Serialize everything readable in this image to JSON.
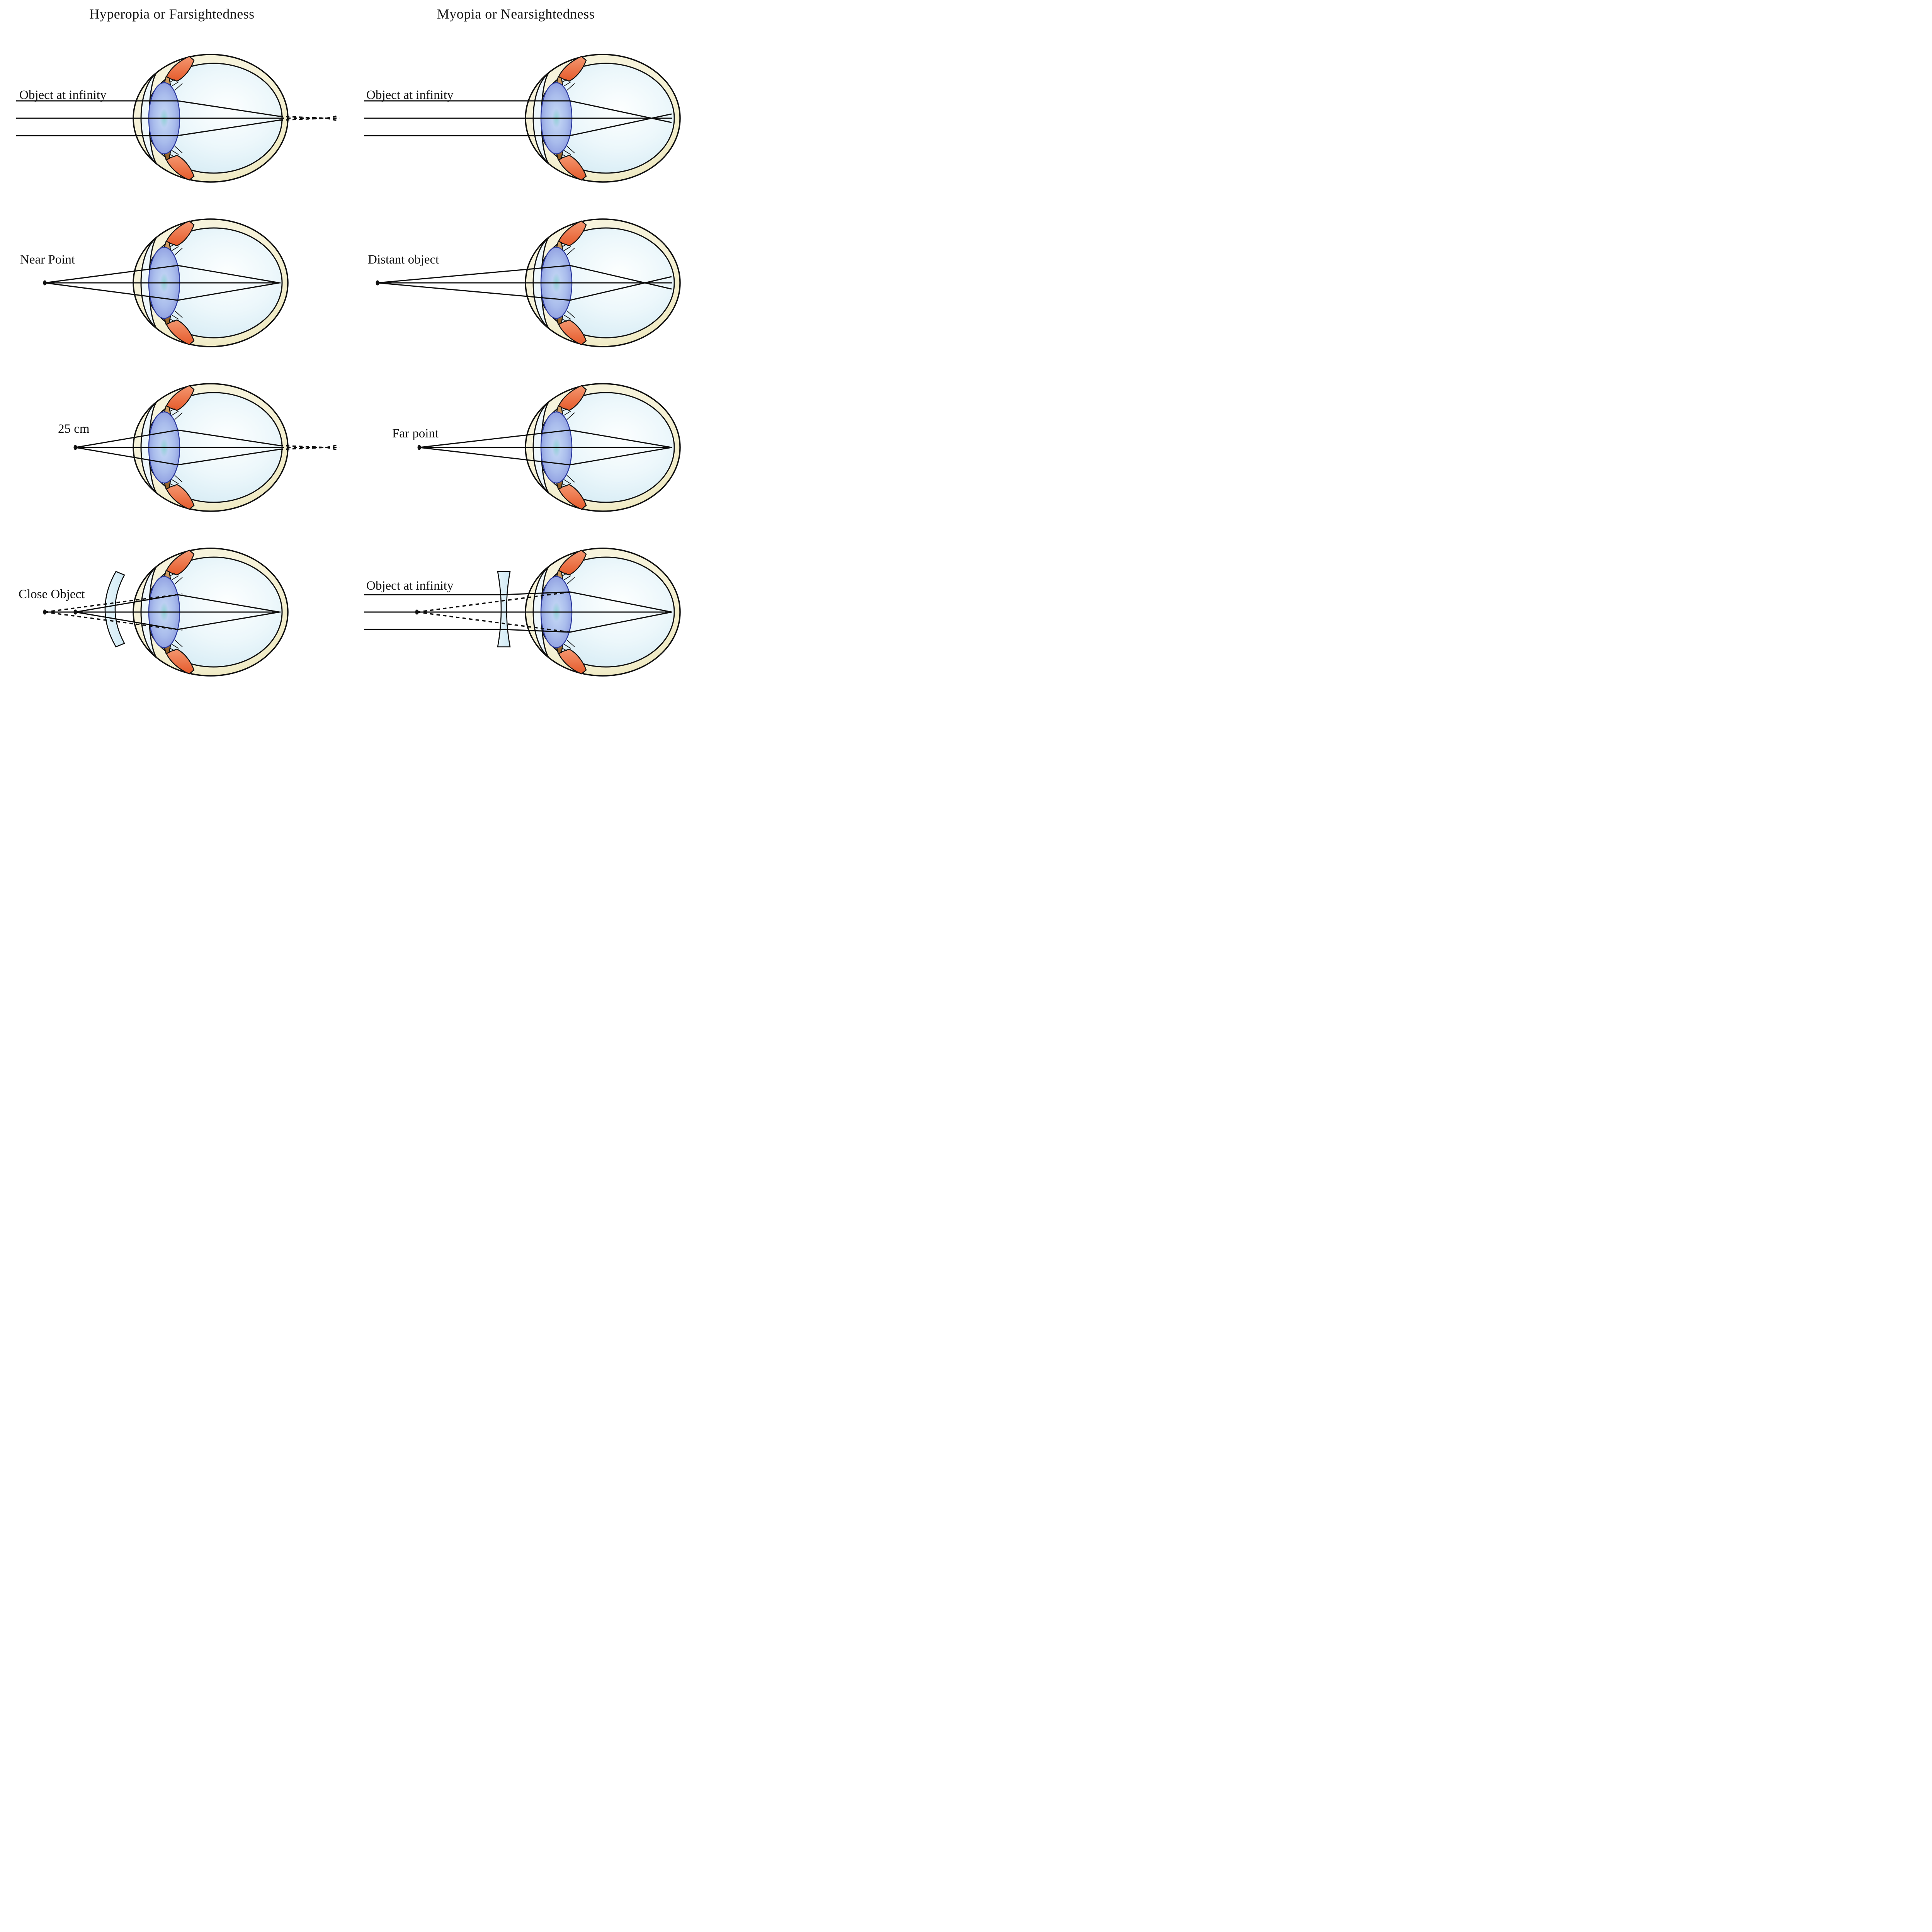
{
  "figure": {
    "columns": [
      {
        "title": "Hyperopia or Farsightedness"
      },
      {
        "title": "Myopia or Nearsightedness"
      }
    ],
    "panels": [
      {
        "id": "hyperopia-object-at-infinity",
        "label": "Object at infinity",
        "description": "parallel rays focus behind retina, dashed focal point outside eyeball"
      },
      {
        "id": "myopia-object-at-infinity",
        "label": "Object at infinity",
        "description": "parallel rays cross in front of retina inside eyeball"
      },
      {
        "id": "hyperopia-near-point",
        "label": "Near Point",
        "description": "rays from near point converge exactly on retina"
      },
      {
        "id": "myopia-distant-object",
        "label": "Distant object",
        "description": "rays from distant object cross before retina"
      },
      {
        "id": "hyperopia-25cm",
        "label": "25 cm",
        "description": "rays from 25 cm focus behind retina, dashed focal point outside eyeball"
      },
      {
        "id": "myopia-far-point",
        "label": "Far point",
        "description": "rays from far point converge exactly on retina"
      },
      {
        "id": "hyperopia-corrected-close-object",
        "label": "Close Object",
        "description": "converging meniscus eyeglass lens, dashed virtual rays from near point, focus on retina"
      },
      {
        "id": "myopia-corrected-object-at-infinity",
        "label": "Object at infinity",
        "description": "diverging concave eyeglass lens, dashed virtual rays from far point, focus on retina"
      }
    ],
    "colors": {
      "background": "#ffffff",
      "ray": "#0d0d0d",
      "text": "#131313",
      "sclera": "#f6f2d8",
      "sclera_edge": "#e6dfa6",
      "vitreous": "#ecf7fb",
      "vitreous_edge": "#cde7f2",
      "cornea": "#eef7fb",
      "ciliary_muscle": "#e85c2b",
      "iris": "#c08850",
      "lens_edge": "#7e8cd8",
      "lens_core": "#8fd2d4",
      "lens_outline": "#2c3a9e",
      "eyeglass_lens": "#d8edf7"
    }
  }
}
